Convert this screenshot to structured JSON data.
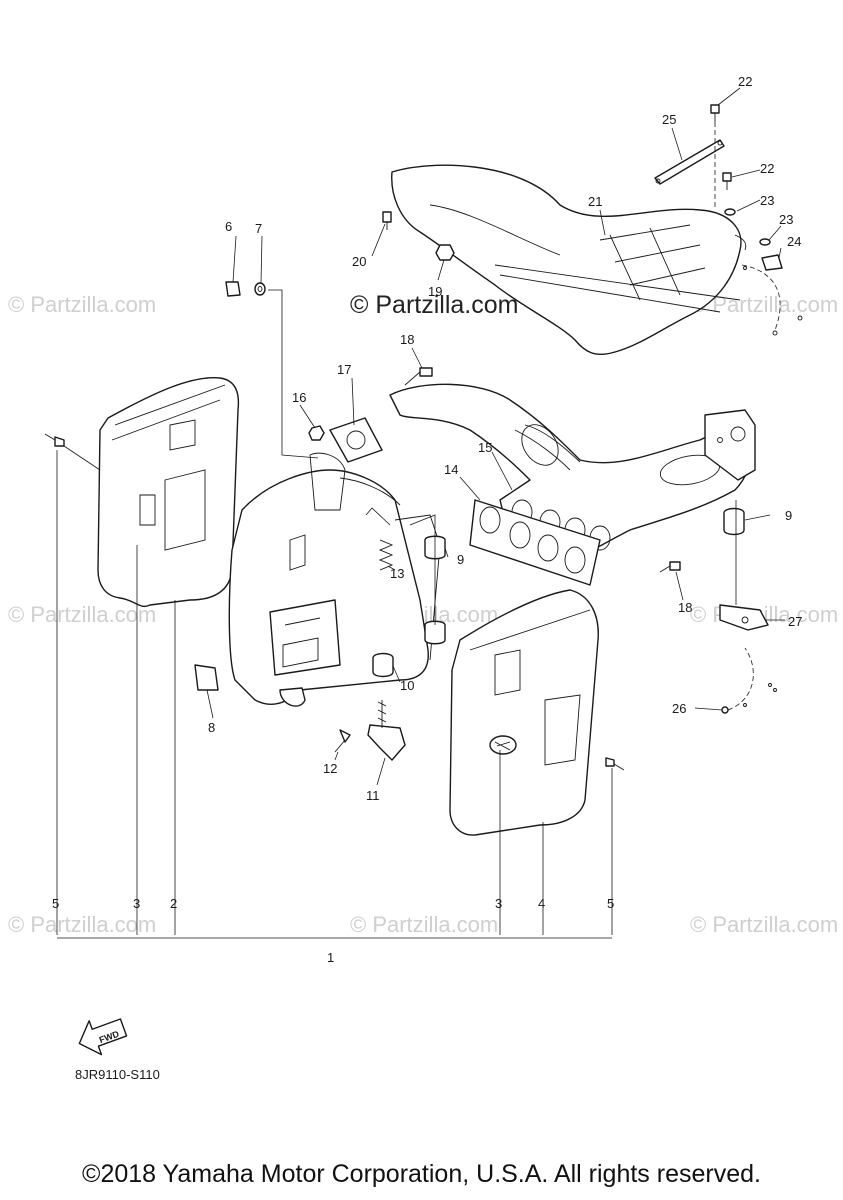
{
  "watermarks": {
    "main": "© Partzilla.com",
    "faint": "© Partzilla.com"
  },
  "callouts": {
    "n1": "1",
    "n2": "2",
    "n3a": "3",
    "n3b": "3",
    "n4": "4",
    "n5a": "5",
    "n5b": "5",
    "n6": "6",
    "n7": "7",
    "n8": "8",
    "n9a": "9",
    "n9b": "9",
    "n10": "10",
    "n11": "11",
    "n12": "12",
    "n13": "13",
    "n14": "14",
    "n15": "15",
    "n16": "16",
    "n17": "17",
    "n18a": "18",
    "n18b": "18",
    "n19": "19",
    "n20": "20",
    "n21": "21",
    "n22a": "22",
    "n22b": "22",
    "n23a": "23",
    "n23b": "23",
    "n24": "24",
    "n25": "25",
    "n26": "26",
    "n27": "27"
  },
  "fwd_label": "FWD",
  "diagram_code": "8JR9110-S110",
  "copyright": "©2018 Yamaha Motor Corporation, U.S.A. All rights reserved."
}
